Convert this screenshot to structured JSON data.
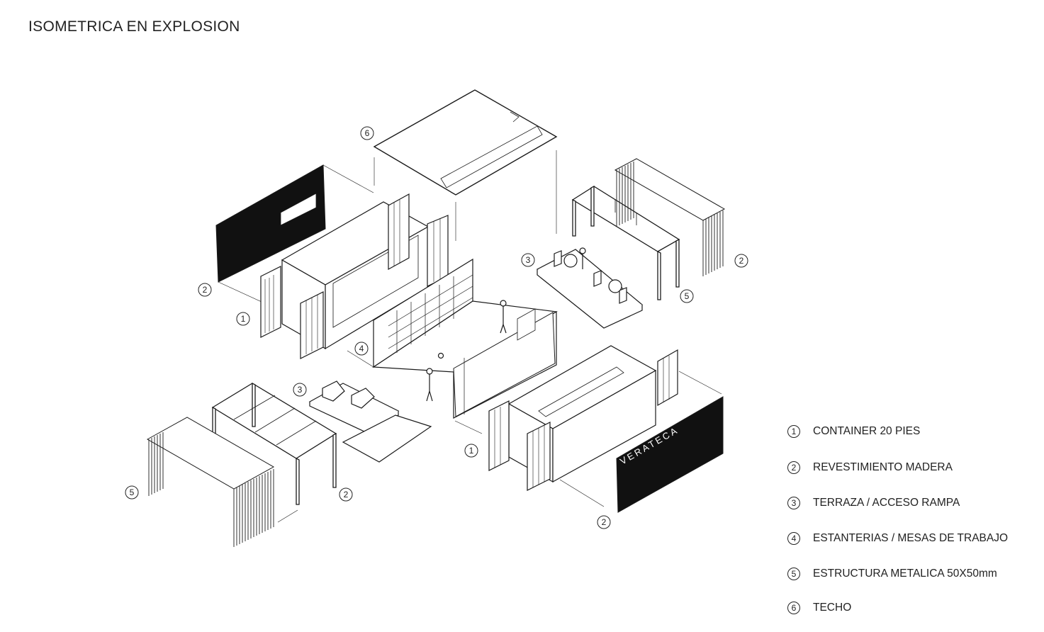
{
  "title": "ISOMETRICA EN EXPLOSION",
  "legend": [
    {
      "num": "1",
      "label": "CONTAINER 20 PIES"
    },
    {
      "num": "2",
      "label": "REVESTIMIENTO MADERA"
    },
    {
      "num": "3",
      "label": "TERRAZA / ACCESO RAMPA"
    },
    {
      "num": "4",
      "label": "ESTANTERIAS / MESAS DE TRABAJO"
    },
    {
      "num": "5",
      "label": "ESTRUCTURA METALICA 50X50mm"
    },
    {
      "num": "6",
      "label": "TECHO"
    }
  ],
  "callouts": [
    "6",
    "2",
    "1",
    "3",
    "2",
    "5",
    "4",
    "3",
    "1",
    "2",
    "5",
    "2"
  ],
  "signage_text": "VERATECA",
  "colors": {
    "ink": "#1a1a1a",
    "panel": "#111111",
    "bg": "#ffffff"
  }
}
